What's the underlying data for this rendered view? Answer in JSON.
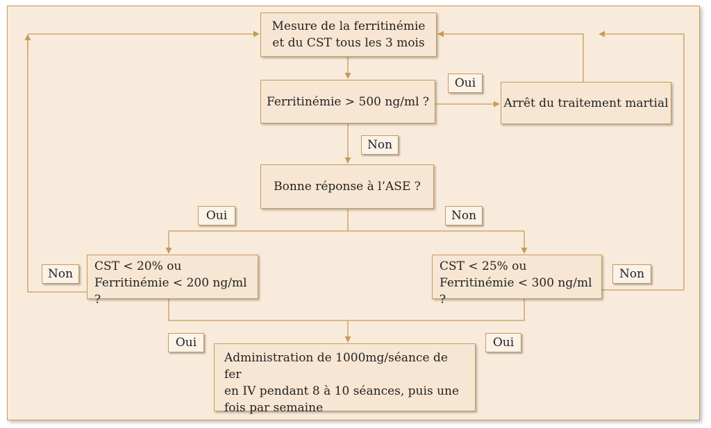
{
  "colors": {
    "background": "#f9ebdc",
    "box": "#f7e6d3",
    "line": "#c79a58"
  },
  "nodes": {
    "measure": [
      "Mesure de la ferritinémie",
      "et du CST tous les 3 mois"
    ],
    "ferritin_check": "Ferritinémie > 500 ng/ml ?",
    "stop_treatment": "Arrêt du traitement martial",
    "ase_response": "Bonne réponse à l’ASE ?",
    "cst_left": [
      "CST < 20% ou",
      "Ferritinémie < 200 ng/ml ?"
    ],
    "cst_right": [
      "CST < 25% ou",
      "Ferritinémie < 300 ng/ml ?"
    ],
    "administration": [
      "Administration de 1000mg/séance de fer",
      "en IV pendant 8 à 10 séances, puis une",
      "fois par semaine"
    ]
  },
  "edge_labels": {
    "oui_stop": "Oui",
    "non_ase": "Non",
    "oui_left": "Oui",
    "non_right": "Non",
    "non_loop_left": "Non",
    "non_loop_right": "Non",
    "oui_admin_left": "Oui",
    "oui_admin_right": "Oui"
  }
}
